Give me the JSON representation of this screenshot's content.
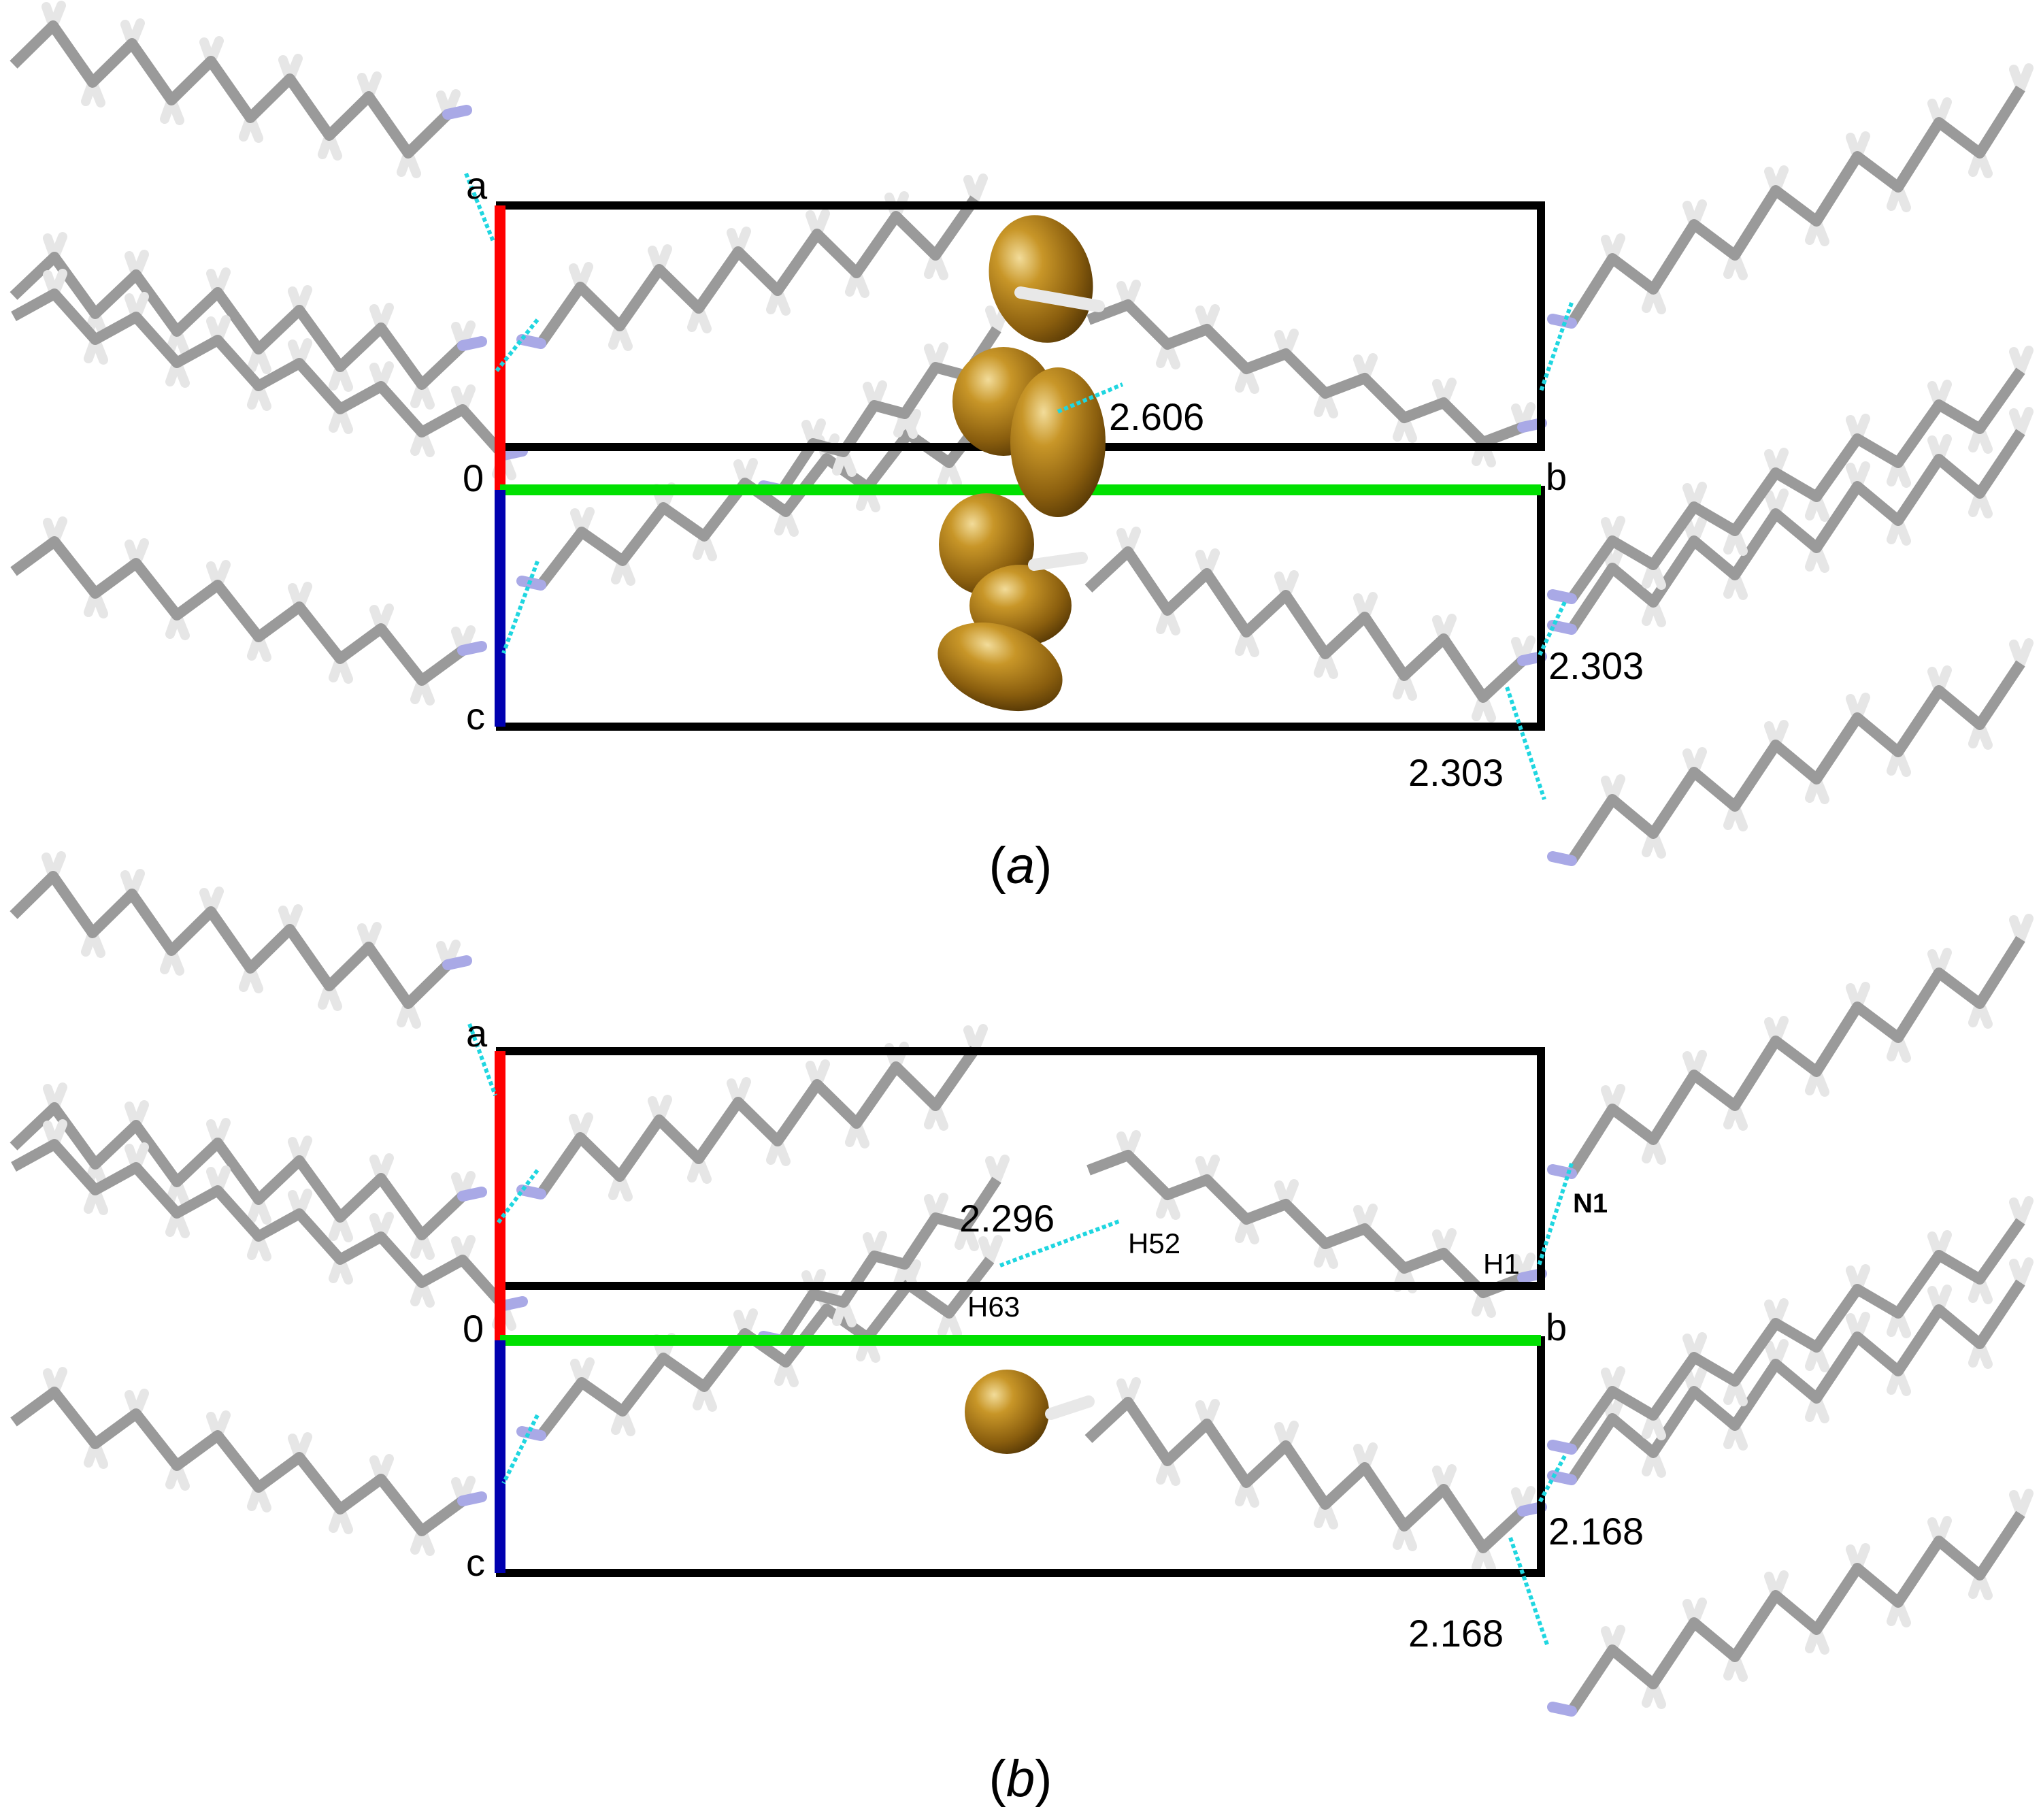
{
  "colors": {
    "cell_edge": "#000000",
    "axis_a": "#ff0000",
    "axis_b": "#00e000",
    "axis_c": "#0000b0",
    "bond": "#9a9a9a",
    "hydrogen": "#e6e6e6",
    "nitrogen": "#a9a9e6",
    "hbond": "#1fd6e0",
    "isosurface": "#9c6c12"
  },
  "panels": [
    {
      "id": "a",
      "caption": {
        "open": "(",
        "letter": "a",
        "close": ")"
      },
      "axes": {
        "a": "a",
        "b": "b",
        "c": "c",
        "origin": "0"
      },
      "distances": [
        "2.606",
        "2.303",
        "2.303"
      ],
      "atoms": []
    },
    {
      "id": "b",
      "caption": {
        "open": "(",
        "letter": "b",
        "close": ")"
      },
      "axes": {
        "a": "a",
        "b": "b",
        "c": "c",
        "origin": "0"
      },
      "distances": [
        "2.296",
        "2.168",
        "2.168"
      ],
      "atoms": [
        "H52",
        "H63",
        "H1",
        "N1"
      ]
    }
  ]
}
